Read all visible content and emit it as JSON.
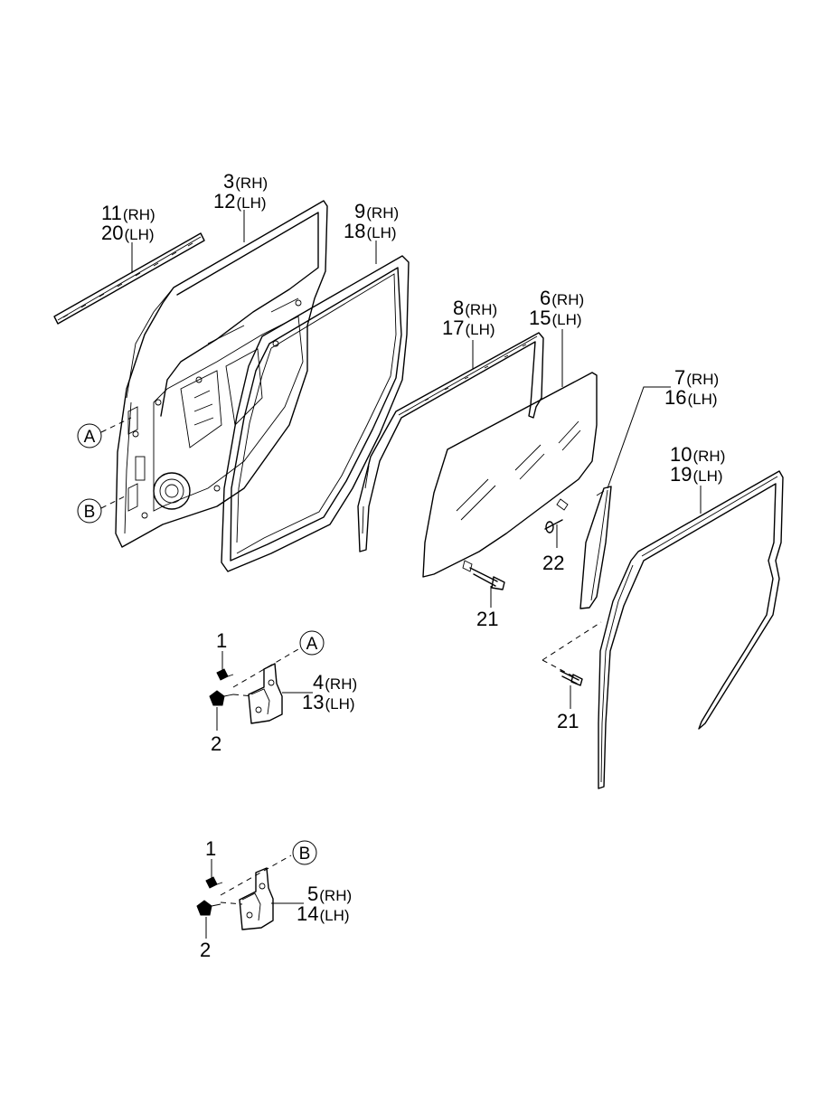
{
  "callouts": [
    {
      "id": "c-11-20",
      "rh": "11",
      "lh": "20"
    },
    {
      "id": "c-3-12",
      "rh": "3",
      "lh": "12"
    },
    {
      "id": "c-9-18",
      "rh": "9",
      "lh": "18"
    },
    {
      "id": "c-8-17",
      "rh": "8",
      "lh": "17"
    },
    {
      "id": "c-6-15",
      "rh": "6",
      "lh": "15"
    },
    {
      "id": "c-7-16",
      "rh": "7",
      "lh": "16"
    },
    {
      "id": "c-10-19",
      "rh": "10",
      "lh": "19"
    },
    {
      "id": "c-4-13",
      "rh": "4",
      "lh": "13"
    },
    {
      "id": "c-5-14",
      "rh": "5",
      "lh": "14"
    }
  ],
  "side_labels": {
    "rh": "(RH)",
    "lh": "(LH)"
  },
  "single_labels": {
    "part_21_a": "21",
    "part_21_b": "21",
    "part_22": "22",
    "part_1_a": "1",
    "part_2_a": "2",
    "part_1_b": "1",
    "part_2_b": "2"
  },
  "reference_markers": {
    "a": "A",
    "b": "B"
  }
}
